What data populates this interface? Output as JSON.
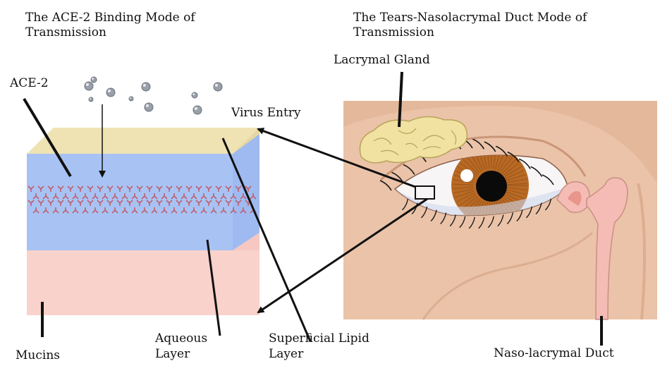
{
  "left_panel": {
    "title_line1": "The ACE-2 Binding Mode of",
    "title_line2": "Transmission",
    "labels": {
      "ace2": "ACE-2",
      "virus_entry": "Virus Entry",
      "mucins": "Mucins",
      "aqueous_line1": "Aqueous",
      "aqueous_line2": "Layer",
      "lipid_line1": "Superficial Lipid",
      "lipid_line2": "Layer"
    }
  },
  "right_panel": {
    "title_line1": "The Tears-Nasolacrymal Duct Mode of",
    "title_line2": "Transmission",
    "labels": {
      "lacrymal_gland": "Lacrymal Gland",
      "duct": "Naso-lacrymal Duct"
    }
  },
  "colors": {
    "lipid_layer": "#efe3b4",
    "aqueous_layer": "#a8c3f3",
    "mucin_layer": "#f9d2cc",
    "ace2_receptor": "#c0606e",
    "skin": "#ebc3a8",
    "iris": "#b86a25",
    "gland": "#f1e2a2",
    "duct": "#f4bcb4"
  }
}
